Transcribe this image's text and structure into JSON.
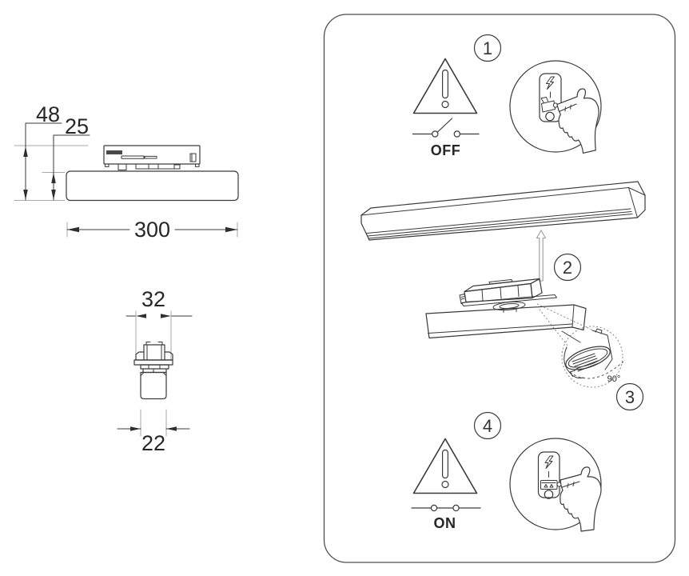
{
  "colors": {
    "background": "#ffffff",
    "line": "#3a3a3a",
    "extension_line": "#a8a8a8",
    "panel_border": "#4f4f4f",
    "dotted_line": "#858585",
    "text": "#262626"
  },
  "side_view": {
    "total_height": "48",
    "body_height": "25",
    "length": "300"
  },
  "end_view": {
    "adapter_width": "32",
    "body_width": "22"
  },
  "steps": {
    "s1": {
      "number": "1",
      "state_label": "OFF"
    },
    "s2": {
      "number": "2"
    },
    "s3": {
      "number": "3",
      "rotation_label": "90°"
    },
    "s4": {
      "number": "4",
      "state_label": "ON"
    }
  },
  "icons": {
    "warning_icon": "⚠",
    "lightning_icon": "⚡",
    "pointing_hand_icon": "☛",
    "up_arrow_icon": "↑",
    "rotation_arrow_icon": "↻",
    "open_circuit_icon": "⏼",
    "closed_circuit_icon": "⏽"
  }
}
